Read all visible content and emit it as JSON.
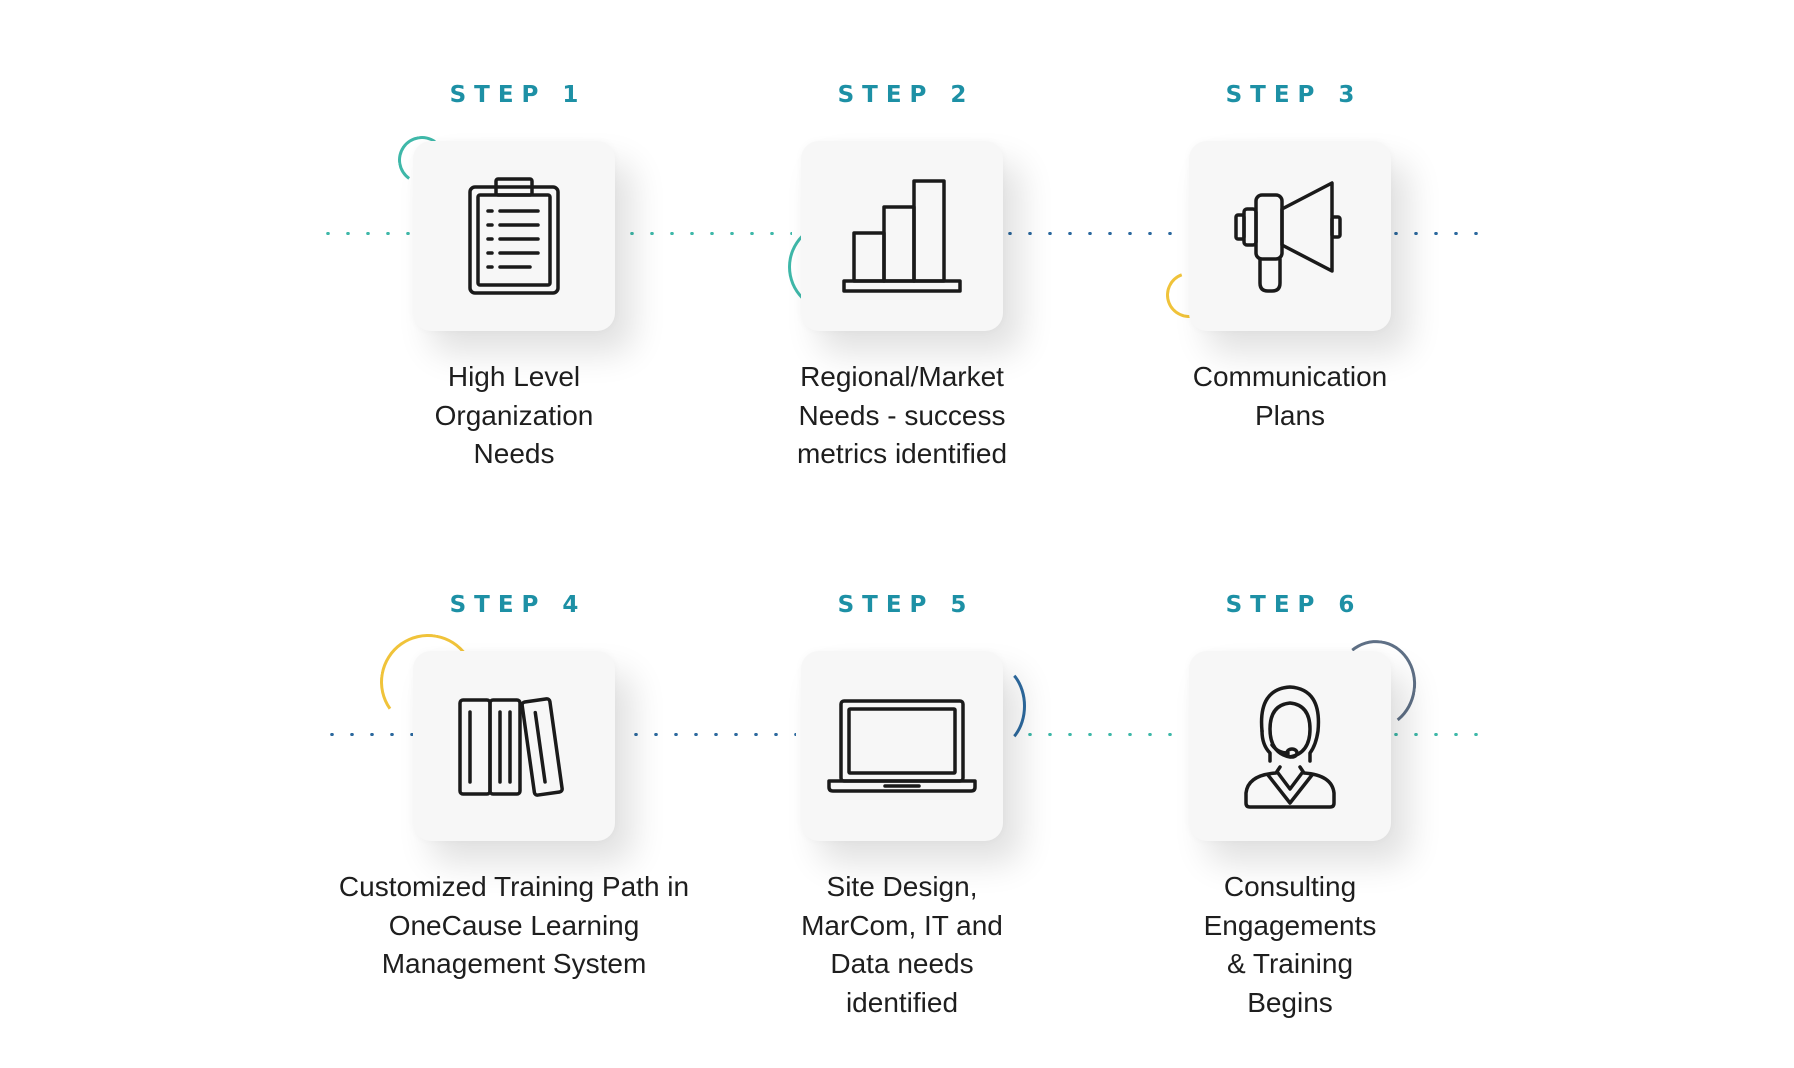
{
  "colors": {
    "step_label": "#1d90a5",
    "teal": "#3fb8a9",
    "blue": "#2d6a9f",
    "gold": "#f0c33a",
    "slate": "#5f7086",
    "text": "#1e1e1e",
    "card_bg": "#f7f7f7"
  },
  "steps": [
    {
      "label": "STEP 1",
      "icon": "clipboard-icon",
      "description": "High Level Organization Needs"
    },
    {
      "label": "STEP 2",
      "icon": "bar-chart-icon",
      "description": "Regional/Market Needs - success metrics identified"
    },
    {
      "label": "STEP 3",
      "icon": "megaphone-icon",
      "description": "Communication Plans"
    },
    {
      "label": "STEP 4",
      "icon": "books-icon",
      "description": "Customized Training Path in OneCause Learning Management System"
    },
    {
      "label": "STEP 5",
      "icon": "laptop-icon",
      "description": "Site Design, MarCom, IT and Data needs identified"
    },
    {
      "label": "STEP 6",
      "icon": "support-agent-icon",
      "description": "Consulting Engagements & Training Begins"
    }
  ]
}
